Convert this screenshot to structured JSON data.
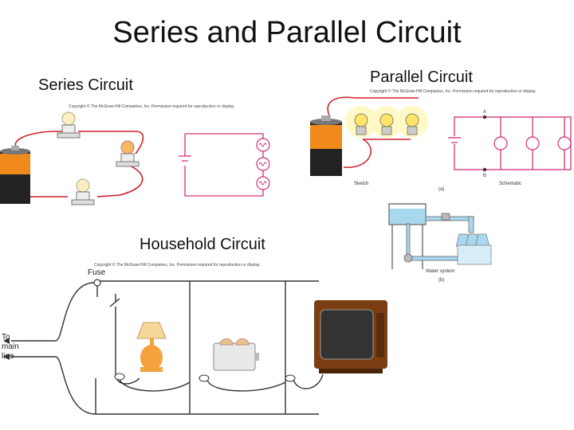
{
  "slide": {
    "title": "Series and Parallel Circuit"
  },
  "series": {
    "heading": "Series Circuit",
    "copyright": "Copyright © The McGraw-Hill Companies, Inc. Permission required for reproduction or display."
  },
  "parallel": {
    "heading": "Parallel Circuit",
    "copyright": "Copyright © The McGraw-Hill Companies, Inc. Permission required for reproduction or display.",
    "sketch_label": "Sketch",
    "schematic_label": "Schematic",
    "node_a": "A",
    "node_b": "B",
    "panel_a": "(a)",
    "water_label": "Water system",
    "panel_b": "(b)"
  },
  "household": {
    "heading": "Household Circuit",
    "copyright": "Copyright © The McGraw-Hill Companies, Inc. Permission required for reproduction or display.",
    "fuse_label": "Fuse",
    "main_label_1": "To",
    "main_label_2": "main",
    "main_label_3": "line"
  },
  "colors": {
    "wire_red": "#d0202a",
    "schematic_pink": "#d2307a",
    "battery_orange": "#f08a1c",
    "water_blue": "#a8d8ee",
    "lamp_orange": "#f4a23c",
    "tv_brown": "#7a3e12"
  }
}
